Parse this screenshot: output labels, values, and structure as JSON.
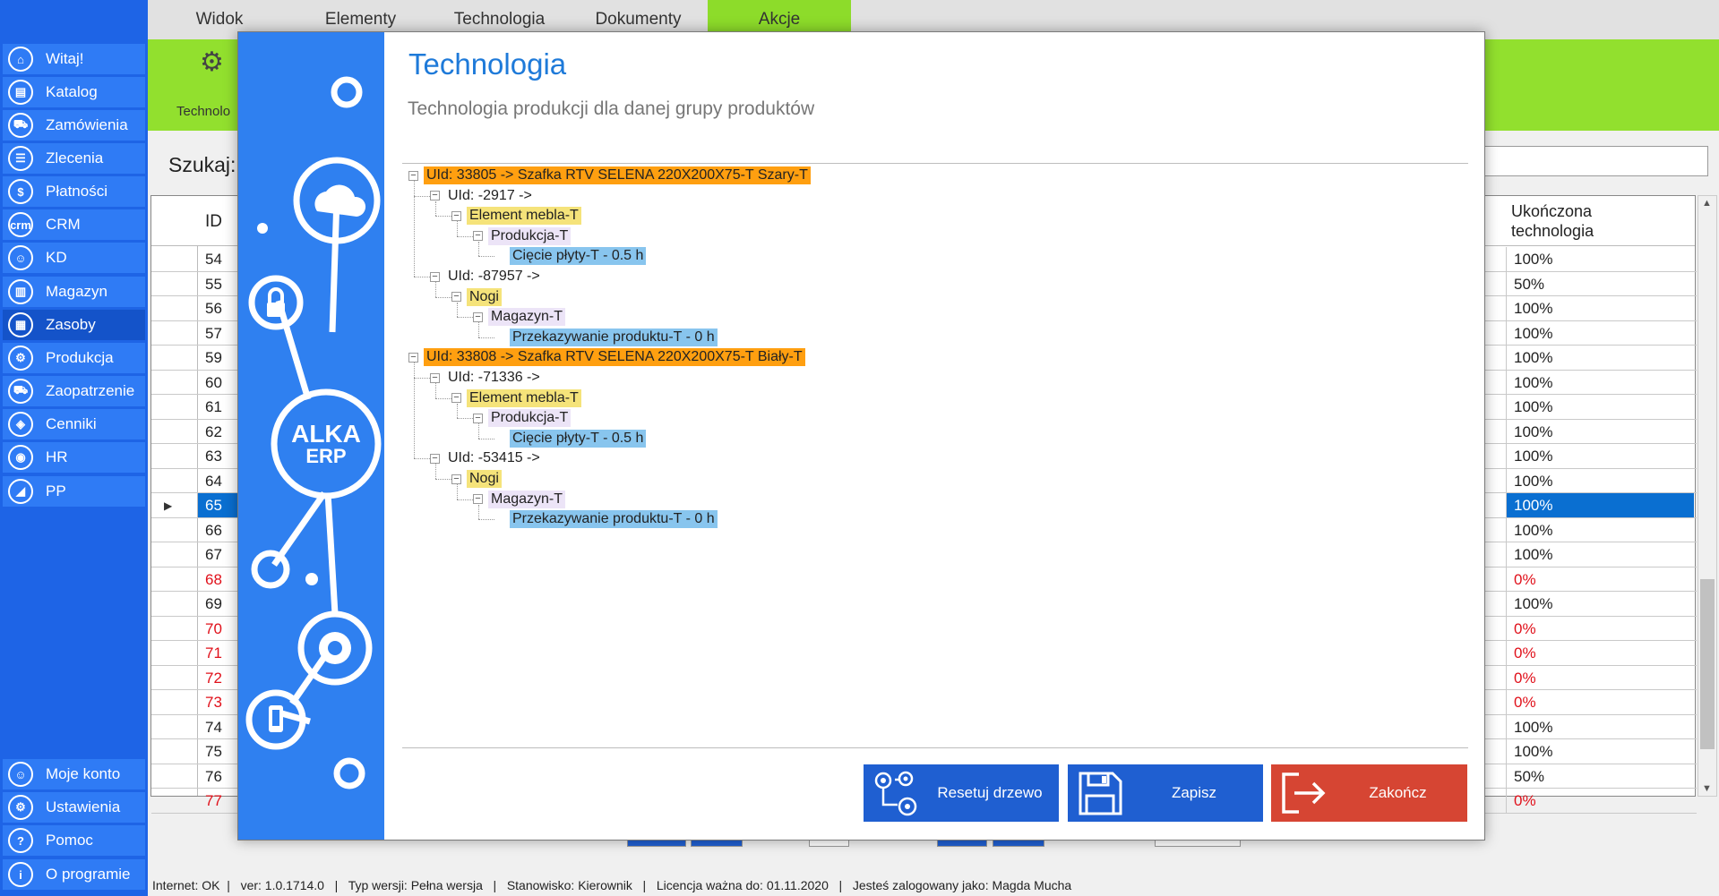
{
  "sidebar": {
    "items": [
      {
        "label": "Witaj!",
        "icon": "home-icon",
        "glyph": "⌂"
      },
      {
        "label": "Katalog",
        "icon": "book-icon",
        "glyph": "▤"
      },
      {
        "label": "Zamówienia",
        "icon": "cart-icon",
        "glyph": "⛟"
      },
      {
        "label": "Zlecenia",
        "icon": "list-icon",
        "glyph": "☰"
      },
      {
        "label": "Płatności",
        "icon": "dollar-icon",
        "glyph": "$"
      },
      {
        "label": "CRM",
        "icon": "crm-icon",
        "glyph": "crm"
      },
      {
        "label": "KD",
        "icon": "user-icon",
        "glyph": "☺"
      },
      {
        "label": "Magazyn",
        "icon": "warehouse-icon",
        "glyph": "▥"
      },
      {
        "label": "Zasoby",
        "icon": "resources-icon",
        "glyph": "▦"
      },
      {
        "label": "Produkcja",
        "icon": "production-icon",
        "glyph": "⚙"
      },
      {
        "label": "Zaopatrzenie",
        "icon": "truck-icon",
        "glyph": "⛟"
      },
      {
        "label": "Cenniki",
        "icon": "tag-icon",
        "glyph": "◈"
      },
      {
        "label": "HR",
        "icon": "hr-icon",
        "glyph": "◉"
      },
      {
        "label": "PP",
        "icon": "chart-icon",
        "glyph": "◢"
      }
    ],
    "bottom_items": [
      {
        "label": "Moje konto",
        "icon": "account-icon",
        "glyph": "☺"
      },
      {
        "label": "Ustawienia",
        "icon": "settings-icon",
        "glyph": "⚙"
      },
      {
        "label": "Pomoc",
        "icon": "help-icon",
        "glyph": "?"
      },
      {
        "label": "O programie",
        "icon": "info-icon",
        "glyph": "i"
      }
    ]
  },
  "topbar": {
    "tabs": [
      "Widok",
      "Elementy",
      "Technologia",
      "Dokumenty",
      "Akcje"
    ],
    "ribbon_label": "Technolo"
  },
  "search": {
    "label": "Szukaj:"
  },
  "grid": {
    "col_id": "ID",
    "col_tech_line1": "Ukończona",
    "col_tech_line2": "technologia",
    "rows": [
      {
        "id": "54",
        "pct": "100%"
      },
      {
        "id": "55",
        "pct": "50%"
      },
      {
        "id": "56",
        "pct": "100%"
      },
      {
        "id": "57",
        "pct": "100%"
      },
      {
        "id": "59",
        "pct": "100%"
      },
      {
        "id": "60",
        "pct": "100%"
      },
      {
        "id": "61",
        "pct": "100%"
      },
      {
        "id": "62",
        "pct": "100%"
      },
      {
        "id": "63",
        "pct": "100%"
      },
      {
        "id": "64",
        "pct": "100%"
      },
      {
        "id": "65",
        "pct": "100%",
        "selected": true
      },
      {
        "id": "66",
        "pct": "100%"
      },
      {
        "id": "67",
        "pct": "100%"
      },
      {
        "id": "68",
        "pct": "0%",
        "red": true
      },
      {
        "id": "69",
        "pct": "100%"
      },
      {
        "id": "70",
        "pct": "0%",
        "red": true
      },
      {
        "id": "71",
        "pct": "0%",
        "red": true
      },
      {
        "id": "72",
        "pct": "0%",
        "red": true
      },
      {
        "id": "73",
        "pct": "0%",
        "red": true
      },
      {
        "id": "74",
        "pct": "100%"
      },
      {
        "id": "75",
        "pct": "100%"
      },
      {
        "id": "76",
        "pct": "50%"
      },
      {
        "id": "77",
        "pct": "0%",
        "red": true
      }
    ]
  },
  "statusbar": {
    "text": "Internet: OK  |   ver: 1.0.1714.0   |   Typ wersji: Pełna wersja   |   Stanowisko: Kierownik   |   Licencja ważna do: 01.11.2020   |   Jesteś zalogowany jako: Magda Mucha"
  },
  "modal": {
    "title": "Technologia",
    "subtitle": "Technologia produkcji dla danej grupy produktów",
    "logo_line1": "ALKA",
    "logo_line2": "ERP",
    "tree": [
      {
        "level": 0,
        "type": "root",
        "label": "UId: 33805 -> Szafka RTV SELENA 220X200X75-T Szary-T",
        "toggle": true
      },
      {
        "level": 1,
        "type": "plain",
        "label": "UId: -2917 ->",
        "toggle": true
      },
      {
        "level": 2,
        "type": "element",
        "label": "Element mebla-T",
        "toggle": true
      },
      {
        "level": 3,
        "type": "section",
        "label": "Produkcja-T",
        "toggle": true
      },
      {
        "level": 4,
        "type": "op",
        "label": "Cięcie płyty-T - 0.5 h",
        "toggle": false
      },
      {
        "level": 1,
        "type": "plain",
        "label": "UId: -87957 ->",
        "toggle": true
      },
      {
        "level": 2,
        "type": "element",
        "label": "Nogi",
        "toggle": true
      },
      {
        "level": 3,
        "type": "section",
        "label": "Magazyn-T",
        "toggle": true
      },
      {
        "level": 4,
        "type": "op",
        "label": "Przekazywanie produktu-T - 0 h",
        "toggle": false
      },
      {
        "level": 0,
        "type": "root",
        "label": "UId: 33808 -> Szafka RTV SELENA 220X200X75-T Biały-T",
        "toggle": true
      },
      {
        "level": 1,
        "type": "plain",
        "label": "UId: -71336 ->",
        "toggle": true
      },
      {
        "level": 2,
        "type": "element",
        "label": "Element mebla-T",
        "toggle": true
      },
      {
        "level": 3,
        "type": "section",
        "label": "Produkcja-T",
        "toggle": true
      },
      {
        "level": 4,
        "type": "op",
        "label": "Cięcie płyty-T - 0.5 h",
        "toggle": false
      },
      {
        "level": 1,
        "type": "plain",
        "label": "UId: -53415 ->",
        "toggle": true
      },
      {
        "level": 2,
        "type": "element",
        "label": "Nogi",
        "toggle": true
      },
      {
        "level": 3,
        "type": "section",
        "label": "Magazyn-T",
        "toggle": true
      },
      {
        "level": 4,
        "type": "op",
        "label": "Przekazywanie produktu-T - 0 h",
        "toggle": false
      }
    ],
    "buttons": {
      "reset": "Resetuj drzewo",
      "save": "Zapisz",
      "close": "Zakończ"
    }
  },
  "colors": {
    "sidebar": "#1e64e6",
    "sidebar_item": "#2f7bf5",
    "ribbon": "#92e02e",
    "title_blue": "#1e7ad9",
    "root_orange": "#ff9f10",
    "element_yellow": "#f5e37a",
    "section_lavender": "#ece4f7",
    "op_blue": "#88c5ee",
    "btn_blue": "#1f5fd1",
    "btn_red": "#d64533",
    "selected_row": "#0a6fd1",
    "red_text": "#e0101a"
  }
}
